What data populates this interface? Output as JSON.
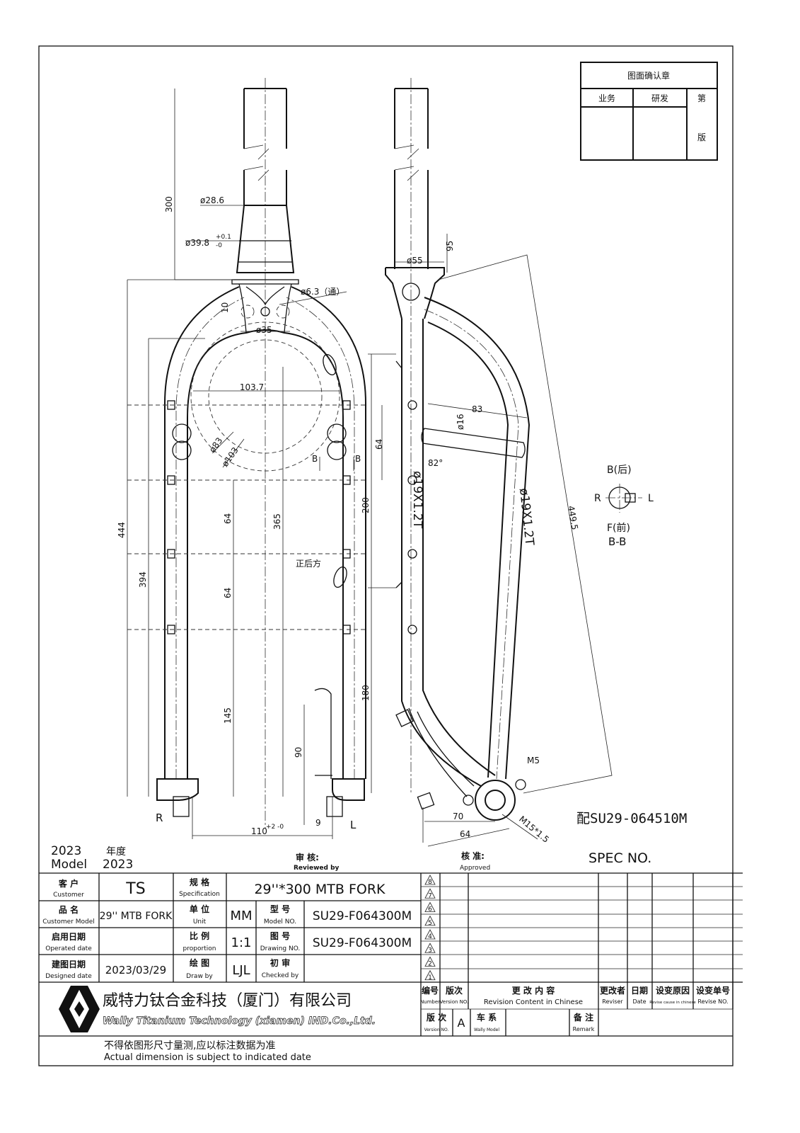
{
  "approval_box": {
    "title": "图面确认章",
    "business": "业务",
    "rd": "研发",
    "edition_top": "第",
    "edition_bottom": "版"
  },
  "dimensions": {
    "steerer_length": "300",
    "steerer_dia": "ø28.6",
    "crown_race_dia": "ø39.8",
    "crown_race_tol_upper": "+0.1",
    "crown_race_tol_lower": "-0",
    "hole_dia": "ø6.3（通）",
    "crown_offset": "10",
    "arch_dia": "ø35",
    "tire_width": "103.7",
    "tire_dia_inner": "ø83",
    "tire_dia_outer": "ø103",
    "axle_to_crown": "444",
    "leg_height": "394",
    "mount_spacing_1": "64",
    "mount_spacing_2": "64",
    "center_height": "365",
    "lower_mount": "145",
    "disc_mount": "90",
    "hub_width": "110",
    "hub_width_tol": "+2 -0",
    "dropout_offset": "9",
    "head_dia": "ø55",
    "head_height": "95",
    "side_mount_spacing": "64",
    "side_span": "200",
    "side_lower": "180",
    "tube_left": "ø19X1.2T",
    "tube_right": "ø19X1.2T",
    "brace_length": "83",
    "brace_dia": "ø16",
    "brace_angle": "82°",
    "diag_length": "449.5",
    "bolt": "M5",
    "axle": "M15*1.5",
    "axle_offset_1": "70",
    "axle_offset_2": "64",
    "mount_label": "正后方",
    "section_mark_left": "B",
    "section_mark_right": "B"
  },
  "views": {
    "rear_label_R": "R",
    "rear_label_L": "L"
  },
  "section": {
    "rear": "B(后)",
    "front": "F(前)",
    "title": "B-B",
    "left": "R",
    "right": "L"
  },
  "matching_part": "配SU29-064510M",
  "header": {
    "year_cn": "2023",
    "year_cn_label": "年度",
    "model_label": "Model",
    "model_year": "2023",
    "reviewed_cn": "审  核:",
    "reviewed_en": "Reviewed by",
    "approved_cn": "核  准:",
    "approved_en": "Approved",
    "spec_no": "SPEC NO."
  },
  "title_block": {
    "customer_cn": "客  户",
    "customer_en": "Customer",
    "customer": "TS",
    "spec_cn": "规  格",
    "spec_en": "Specification",
    "spec": "29''*300 MTB FORK",
    "name_cn": "品  名",
    "name_en": "Customer Model",
    "name": "29'' MTB FORK",
    "unit_cn": "单  位",
    "unit_en": "Unit",
    "unit": "MM",
    "model_cn": "型  号",
    "model_en": "Model NO.",
    "model": "SU29-F064300M",
    "op_date_cn": "启用日期",
    "op_date_en": "Operated date",
    "op_date": "",
    "prop_cn": "比  例",
    "prop_en": "proportion",
    "prop": "1:1",
    "drawing_cn": "图  号",
    "drawing_en": "Drawing NO.",
    "drawing": "SU29-F064300M",
    "des_date_cn": "建图日期",
    "des_date_en": "Designed date",
    "des_date": "2023/03/29",
    "draw_cn": "绘  图",
    "draw_en": "Draw by",
    "draw": "LJL",
    "check_cn": "初  审",
    "check_en": "Checked by",
    "check": ""
  },
  "company": {
    "cn": "威特力钛合金科技（厦门）有限公司",
    "en": "Wally Titanium Technology (xiamen) IND.Co.,Ltd."
  },
  "footer": {
    "cn": "不得依图形尺寸量测,应以标注数据为准",
    "en": "Actual dimension is subject to indicated date"
  },
  "revision": {
    "numbers": [
      "8",
      "7",
      "6",
      "5",
      "4",
      "3",
      "2",
      "1"
    ],
    "headers": [
      {
        "cn": "编号",
        "en": "Number"
      },
      {
        "cn": "版次",
        "en": "Version NO."
      },
      {
        "cn": "更 改 内 容",
        "en": "Revision Content in Chinese"
      },
      {
        "cn": "更改者",
        "en": "Reviser"
      },
      {
        "cn": "日期",
        "en": "Date"
      },
      {
        "cn": "设变原因",
        "en": "Revise cause in chinese"
      },
      {
        "cn": "设变单号",
        "en": "Revise NO."
      }
    ],
    "version_cn": "版 次",
    "version_en": "Version NO.",
    "version": "A",
    "series_cn": "车 系",
    "series_en": "Wally Model",
    "remark_cn": "备 注",
    "remark_en": "Remark"
  }
}
